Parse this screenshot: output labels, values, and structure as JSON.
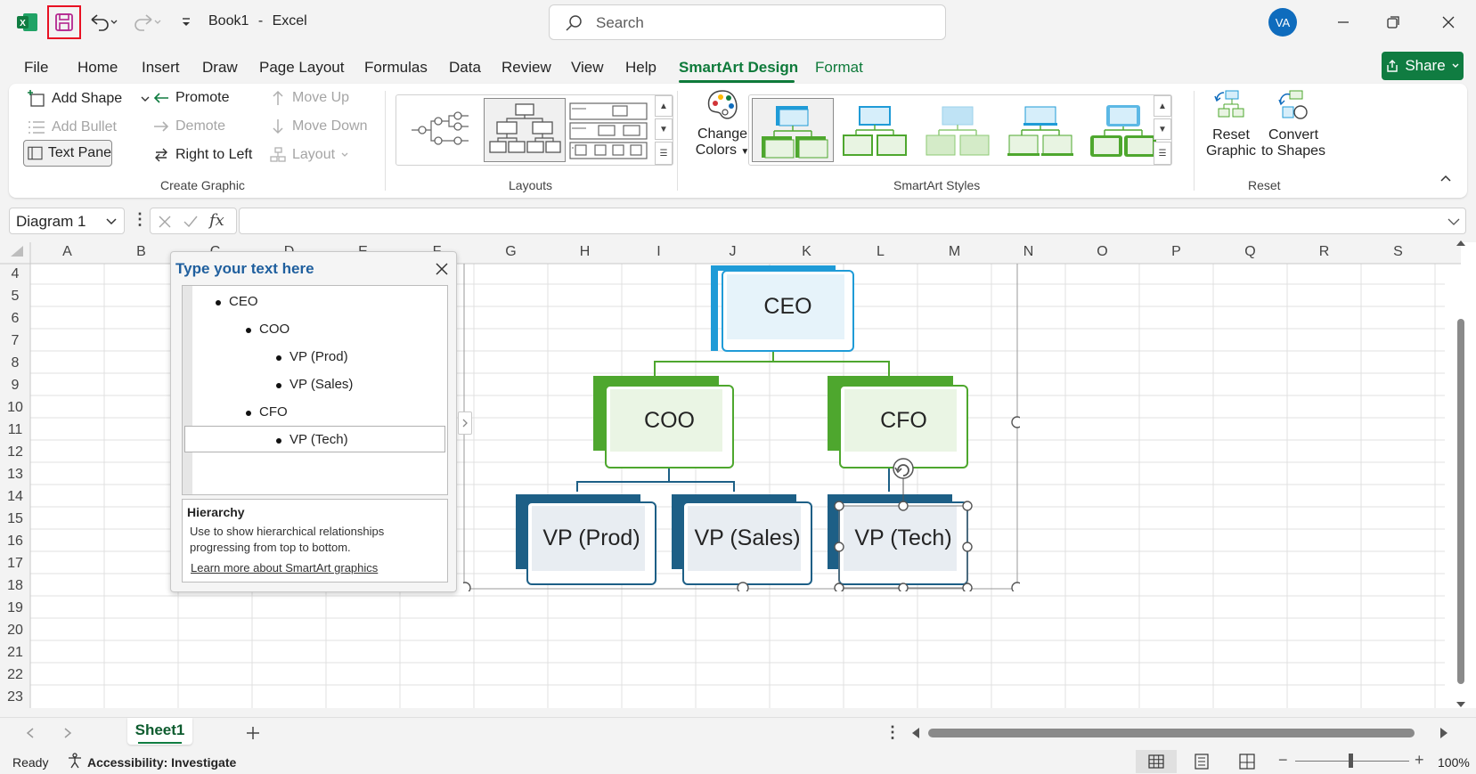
{
  "window": {
    "doc_name": "Book1",
    "sep": "-",
    "app": "Excel"
  },
  "search": {
    "placeholder": "Search"
  },
  "user": {
    "initials": "VA"
  },
  "menu": {
    "tabs": [
      "File",
      "Home",
      "Insert",
      "Draw",
      "Page Layout",
      "Formulas",
      "Data",
      "Review",
      "View",
      "Help",
      "SmartArt Design",
      "Format"
    ],
    "active": "SmartArt Design",
    "share": "Share"
  },
  "ribbon": {
    "create_graphic": {
      "add_shape": "Add Shape",
      "add_bullet": "Add Bullet",
      "text_pane": "Text Pane",
      "promote": "Promote",
      "demote": "Demote",
      "right_to_left": "Right to Left",
      "move_up": "Move Up",
      "move_down": "Move Down",
      "layout": "Layout",
      "group_label": "Create Graphic"
    },
    "layouts": {
      "group_label": "Layouts"
    },
    "styles": {
      "change_colors_1": "Change",
      "change_colors_2": "Colors",
      "group_label": "SmartArt Styles"
    },
    "reset": {
      "reset_graphic_1": "Reset",
      "reset_graphic_2": "Graphic",
      "convert_1": "Convert",
      "convert_2": "to Shapes",
      "group_label": "Reset"
    }
  },
  "formula_bar": {
    "name_box": "Diagram 1",
    "fx": "fx",
    "value": ""
  },
  "columns": [
    "A",
    "B",
    "C",
    "D",
    "E",
    "F",
    "G",
    "H",
    "I",
    "J",
    "K",
    "L",
    "M",
    "N",
    "O",
    "P",
    "Q",
    "R",
    "S"
  ],
  "rows": [
    "4",
    "5",
    "6",
    "7",
    "8",
    "9",
    "10",
    "11",
    "12",
    "13",
    "14",
    "15",
    "16",
    "17",
    "18",
    "19",
    "20",
    "21",
    "22",
    "23"
  ],
  "text_pane": {
    "title": "Type your text here",
    "items": [
      {
        "level": 1,
        "text": "CEO"
      },
      {
        "level": 2,
        "text": "COO"
      },
      {
        "level": 3,
        "text": "VP (Prod)"
      },
      {
        "level": 3,
        "text": "VP (Sales)"
      },
      {
        "level": 2,
        "text": "CFO"
      },
      {
        "level": 3,
        "text": "VP (Tech)"
      }
    ],
    "desc_title": "Hierarchy",
    "desc_line1": "Use to show hierarchical relationships",
    "desc_line2": "progressing from top to bottom.",
    "link": "Learn more about SmartArt graphics"
  },
  "diagram": {
    "ceo": "CEO",
    "coo": "COO",
    "cfo": "CFO",
    "vp_prod": "VP (Prod)",
    "vp_sales": "VP (Sales)",
    "vp_tech": "VP (Tech)"
  },
  "sheet_tabs": {
    "active": "Sheet1"
  },
  "status": {
    "ready": "Ready",
    "accessibility": "Accessibility: Investigate",
    "zoom": "100%"
  },
  "colors": {
    "excel_green": "#107c41",
    "accent_blue": "#0f6cbd",
    "level1": "#1f9bd7",
    "level2": "#4ea72e",
    "level3": "#1d5f86"
  }
}
